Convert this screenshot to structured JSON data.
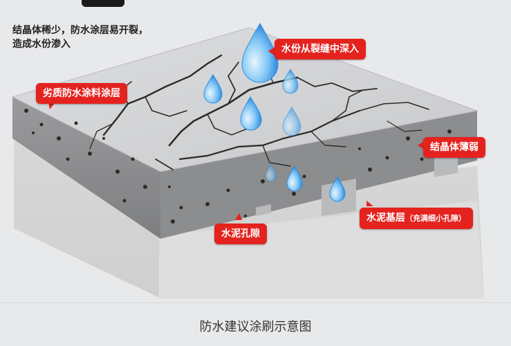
{
  "intro_text": {
    "line1": "结晶体稀少，防水涂层易开裂，",
    "line2": "造成水份渗入"
  },
  "callouts": {
    "water_seep": "水份从裂缝中深入",
    "poor_coating": "劣质防水涂料涂层",
    "weak_crystal": "结晶体薄弱",
    "cement_pores": "水泥孔隙",
    "cement_base": "水泥基层",
    "cement_base_note": "（充满细小孔隙）"
  },
  "caption": "防水建议涂刷示意图",
  "colors": {
    "callout_red": "#e4231f",
    "slab_top": "#d5d6d8",
    "slab_side": "#8e8f91",
    "ground": "#d9d9d9",
    "crack": "#2a2a2a",
    "droplet": "#2f8fe0"
  }
}
